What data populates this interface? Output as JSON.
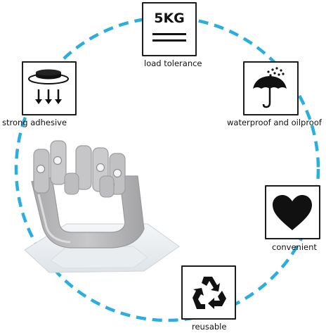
{
  "features": {
    "load": {
      "value": "5KG",
      "label": "load tolerance",
      "icon": "weight-badge-icon"
    },
    "adhesive": {
      "label": "strong adhesive",
      "icon": "adhesive-pad-icon"
    },
    "waterproof": {
      "label": "waterproof and oilproof",
      "icon": "umbrella-rain-icon"
    },
    "convenient": {
      "label": "convenient",
      "icon": "heart-icon"
    },
    "reusable": {
      "label": "reusable",
      "icon": "recycle-icon"
    }
  },
  "colors": {
    "ring": "#29aee0",
    "icon": "#1c1c1c",
    "product": "#b9b9bb"
  }
}
